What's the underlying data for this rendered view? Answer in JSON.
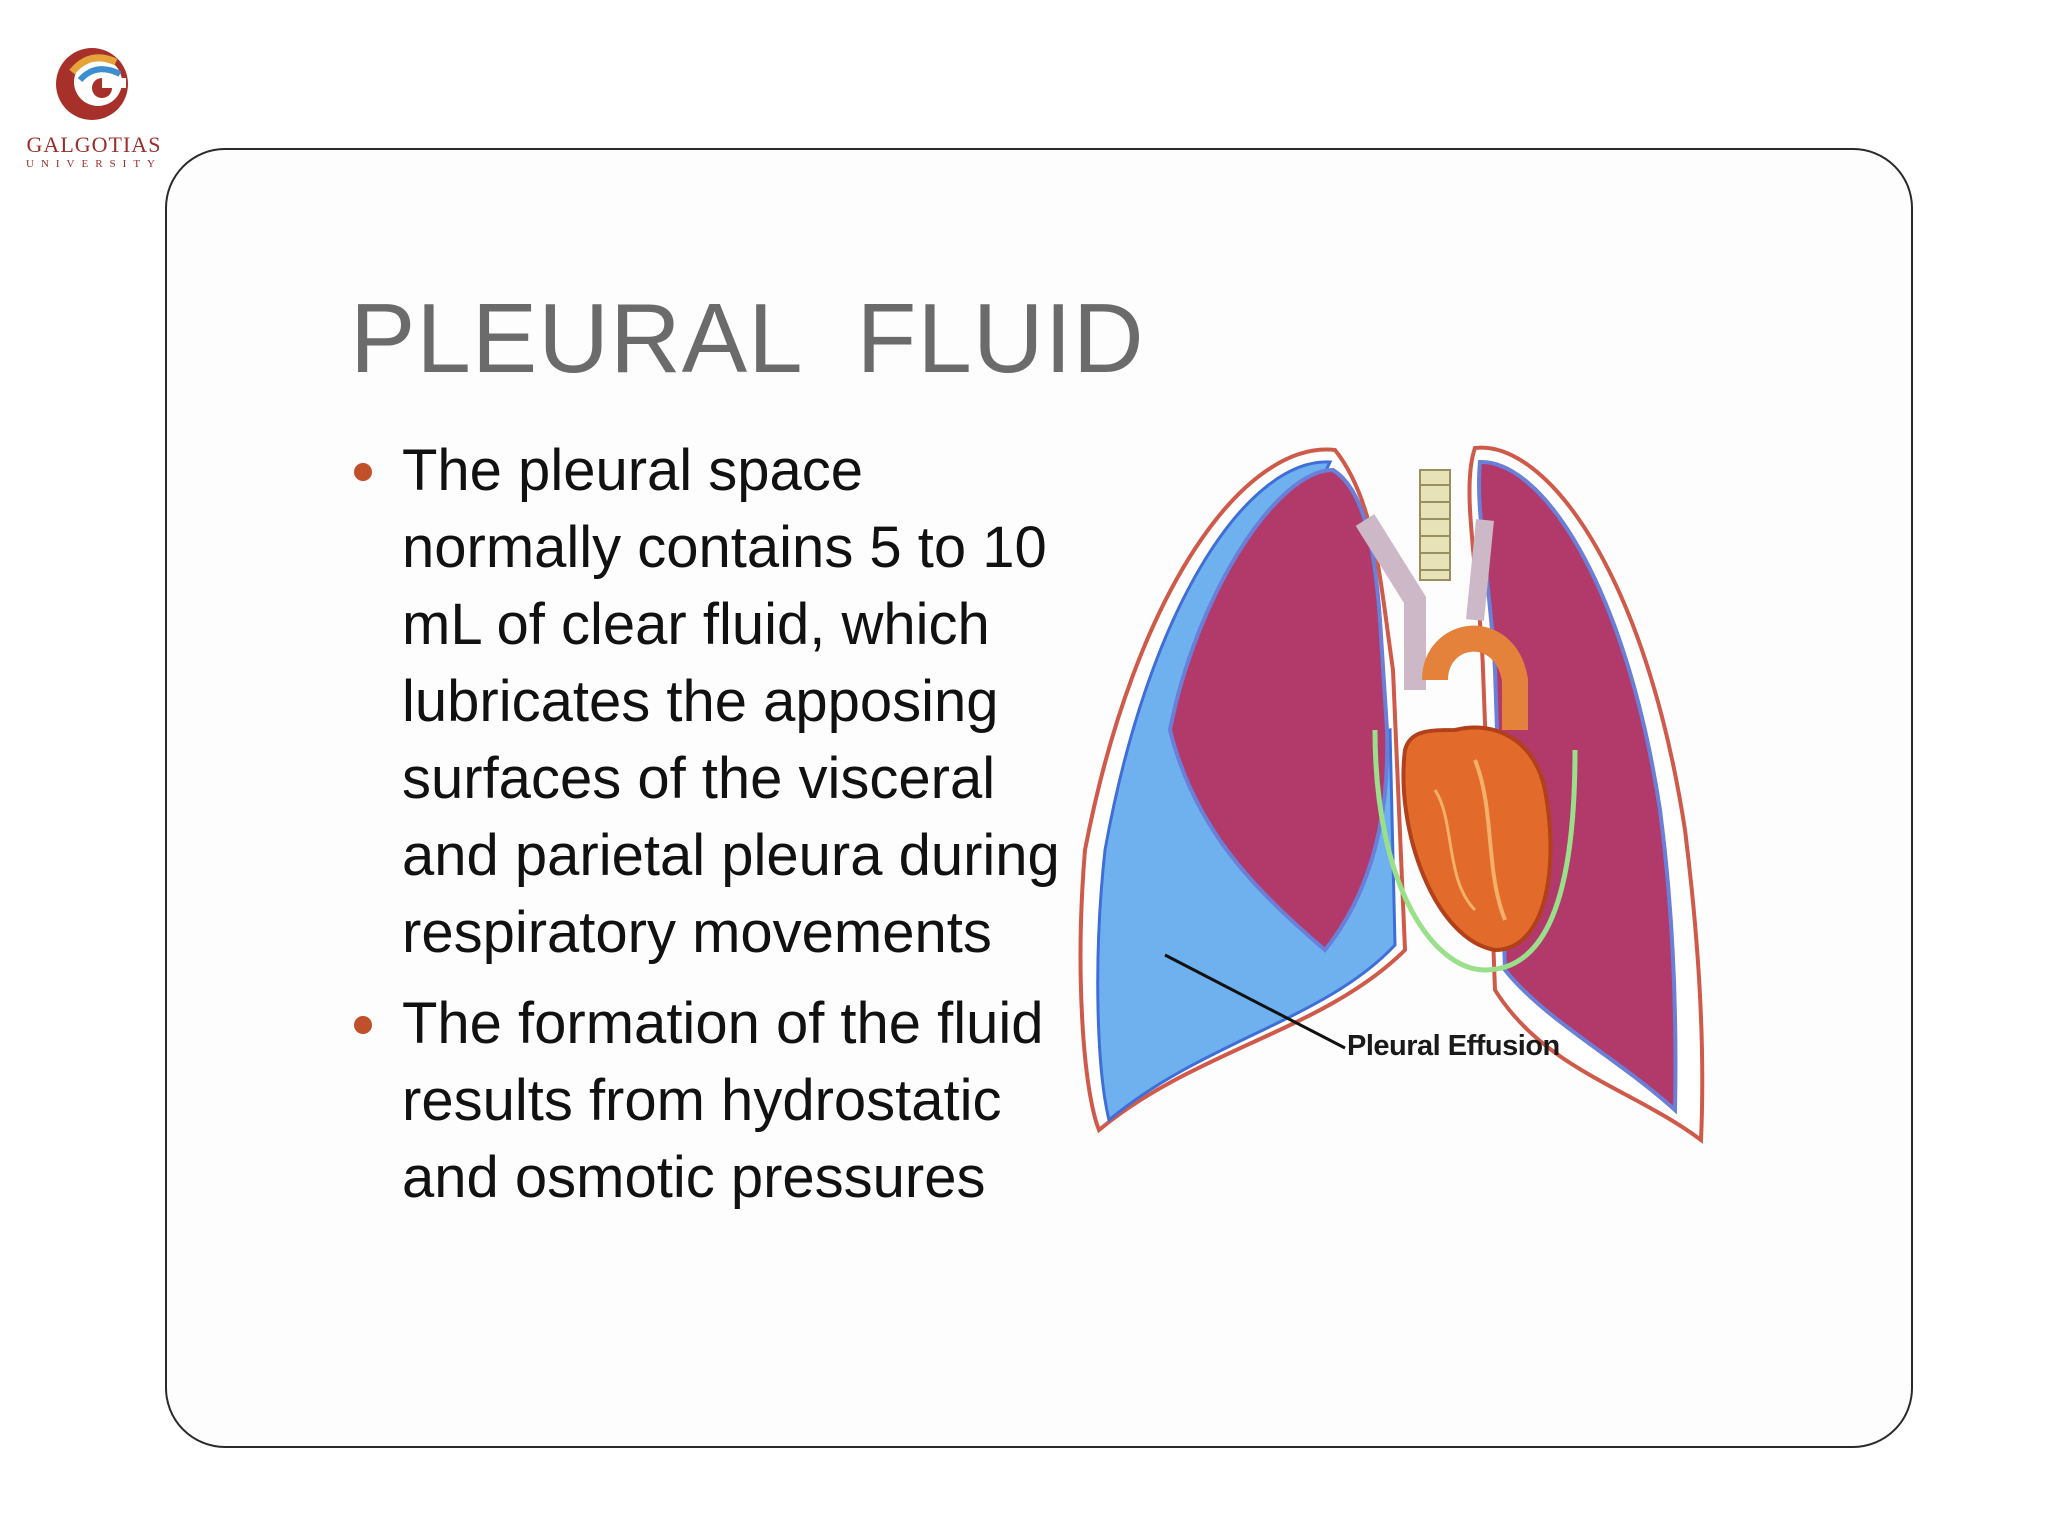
{
  "logo": {
    "name": "GALGOTIAS",
    "subtitle": "UNIVERSITY"
  },
  "slide": {
    "title": "PLEURAL  FLUID",
    "bullets": [
      "The pleural space normally contains 5 to 10 mL of clear fluid, which lubricates the apposing surfaces of the visceral and parietal pleura during respiratory movements",
      "The formation of the fluid results from hydrostatic and osmotic pressures"
    ],
    "figure": {
      "label": "Pleural Effusion"
    }
  },
  "colors": {
    "title": "#6b6b6b",
    "bullet_dot": "#c0502a",
    "effusion": "#6fb1ee",
    "lung": "#b23a6a",
    "heart": "#e26a2a",
    "logo": "#9a2f2a"
  }
}
